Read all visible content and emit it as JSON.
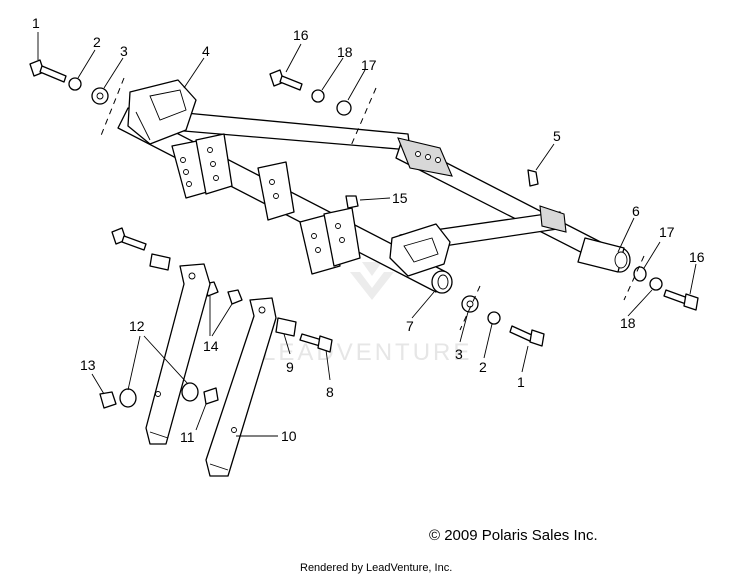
{
  "callouts": [
    {
      "id": "c1-top",
      "text": "1"
    },
    {
      "id": "c2-top",
      "text": "2"
    },
    {
      "id": "c3-top",
      "text": "3"
    },
    {
      "id": "c4",
      "text": "4"
    },
    {
      "id": "c16-top",
      "text": "16"
    },
    {
      "id": "c18-top",
      "text": "18"
    },
    {
      "id": "c17-top",
      "text": "17"
    },
    {
      "id": "c5",
      "text": "5"
    },
    {
      "id": "c15",
      "text": "15"
    },
    {
      "id": "c6",
      "text": "6"
    },
    {
      "id": "c17-right",
      "text": "17"
    },
    {
      "id": "c16-right",
      "text": "16"
    },
    {
      "id": "c18-right",
      "text": "18"
    },
    {
      "id": "c12",
      "text": "12"
    },
    {
      "id": "c14",
      "text": "14"
    },
    {
      "id": "c13",
      "text": "13"
    },
    {
      "id": "c11",
      "text": "11"
    },
    {
      "id": "c10",
      "text": "10"
    },
    {
      "id": "c9",
      "text": "9"
    },
    {
      "id": "c8",
      "text": "8"
    },
    {
      "id": "c7",
      "text": "7"
    },
    {
      "id": "c3-bottom",
      "text": "3"
    },
    {
      "id": "c2-bottom",
      "text": "2"
    },
    {
      "id": "c1-bottom",
      "text": "1"
    }
  ],
  "watermark": {
    "text": "LEADVENTURE"
  },
  "footer": {
    "copyright": "© 2009 Polaris Sales Inc.",
    "rendered_by": "Rendered by LeadVenture, Inc."
  }
}
